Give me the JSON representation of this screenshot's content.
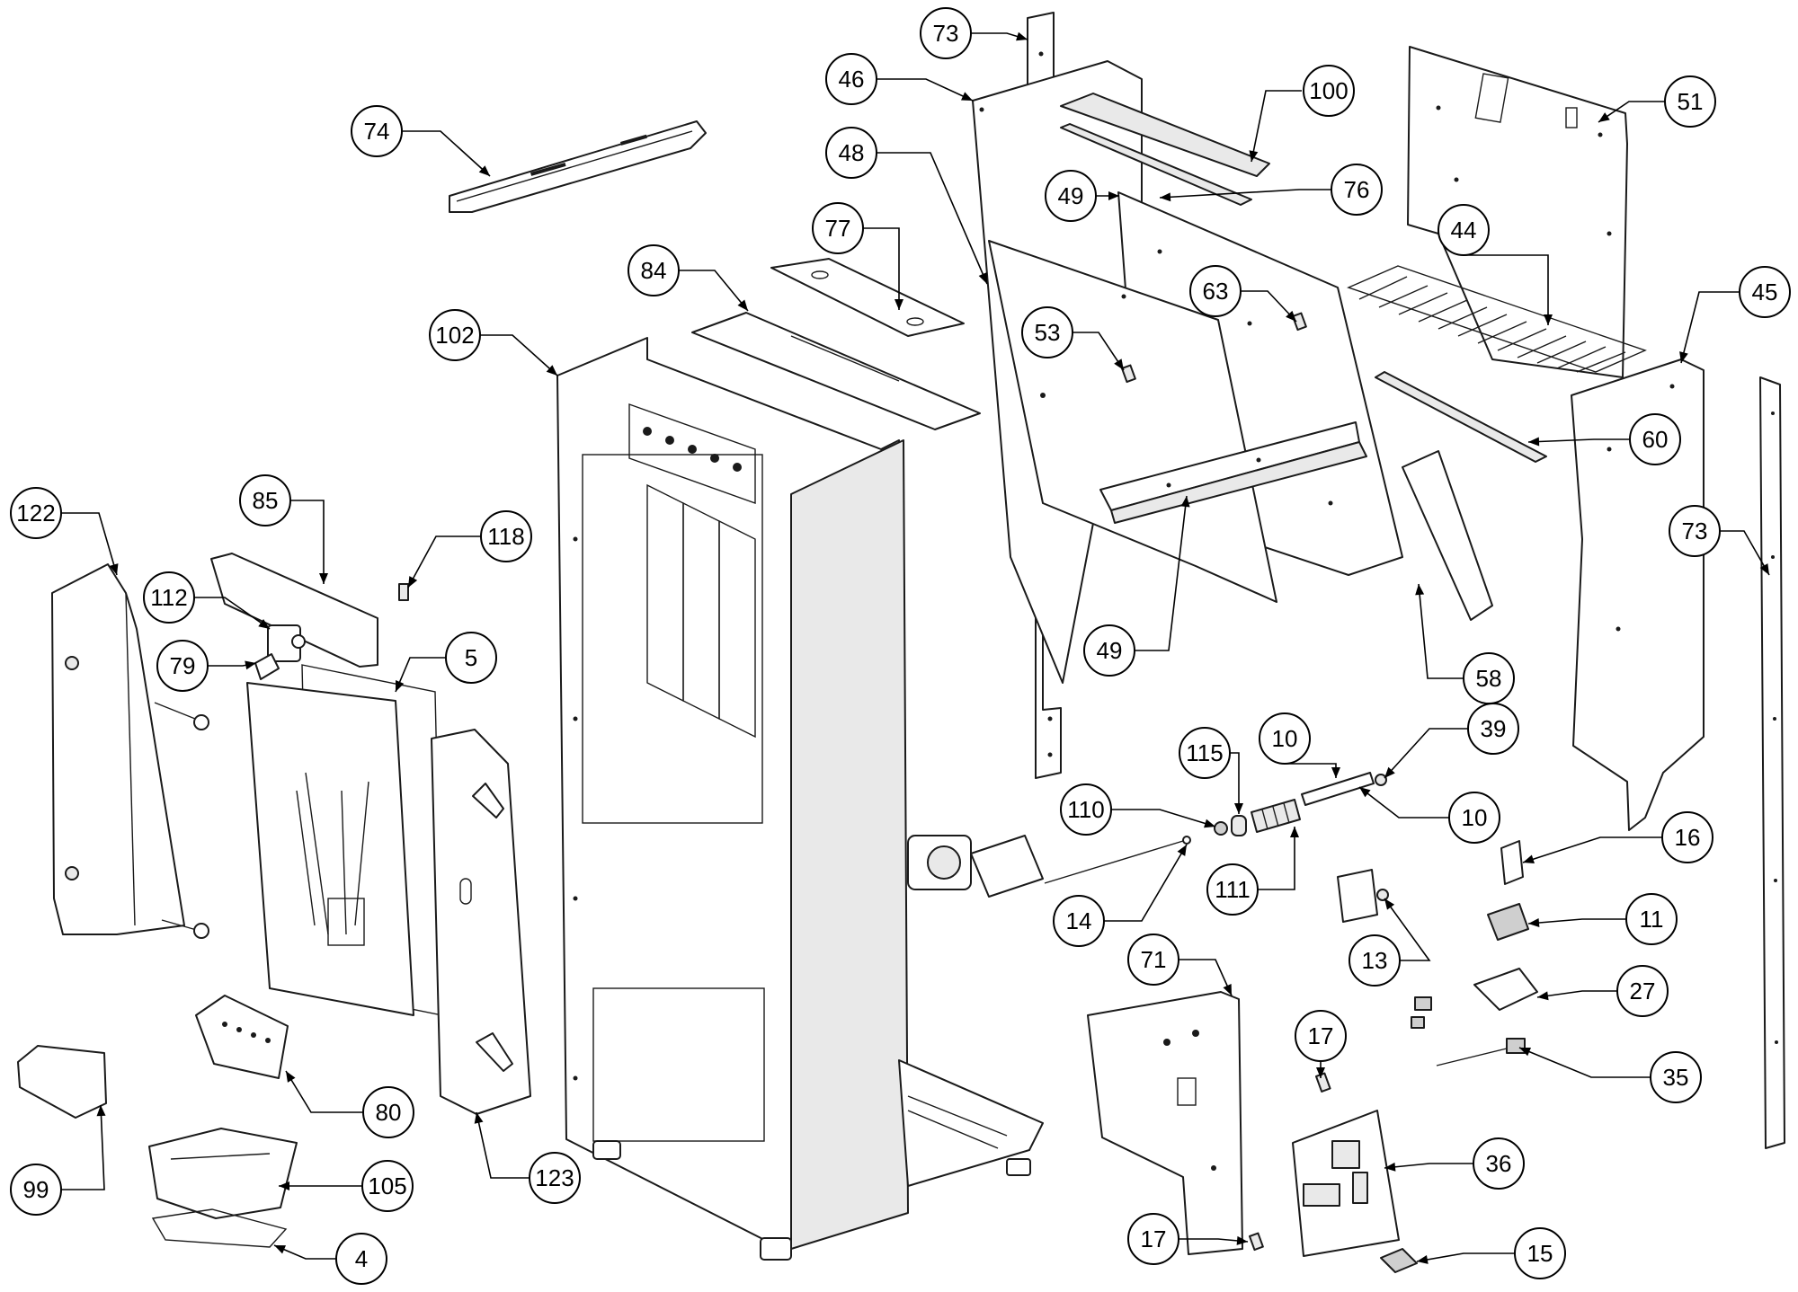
{
  "callouts": [
    {
      "id": "c73a",
      "label": "73"
    },
    {
      "id": "c46",
      "label": "46"
    },
    {
      "id": "c100",
      "label": "100"
    },
    {
      "id": "c51",
      "label": "51"
    },
    {
      "id": "c74",
      "label": "74"
    },
    {
      "id": "c48",
      "label": "48"
    },
    {
      "id": "c49a",
      "label": "49"
    },
    {
      "id": "c76",
      "label": "76"
    },
    {
      "id": "c77",
      "label": "77"
    },
    {
      "id": "c44",
      "label": "44"
    },
    {
      "id": "c84",
      "label": "84"
    },
    {
      "id": "c63",
      "label": "63"
    },
    {
      "id": "c45",
      "label": "45"
    },
    {
      "id": "c102",
      "label": "102"
    },
    {
      "id": "c53",
      "label": "53"
    },
    {
      "id": "c60",
      "label": "60"
    },
    {
      "id": "c122",
      "label": "122"
    },
    {
      "id": "c85",
      "label": "85"
    },
    {
      "id": "c73b",
      "label": "73"
    },
    {
      "id": "c118",
      "label": "118"
    },
    {
      "id": "c112",
      "label": "112"
    },
    {
      "id": "c49b",
      "label": "49"
    },
    {
      "id": "c58",
      "label": "58"
    },
    {
      "id": "c79",
      "label": "79"
    },
    {
      "id": "c5",
      "label": "5"
    },
    {
      "id": "c10a",
      "label": "10"
    },
    {
      "id": "c39",
      "label": "39"
    },
    {
      "id": "c115",
      "label": "115"
    },
    {
      "id": "c110",
      "label": "110"
    },
    {
      "id": "c10b",
      "label": "10"
    },
    {
      "id": "c16",
      "label": "16"
    },
    {
      "id": "c111",
      "label": "111"
    },
    {
      "id": "c14",
      "label": "14"
    },
    {
      "id": "c11",
      "label": "11"
    },
    {
      "id": "c13",
      "label": "13"
    },
    {
      "id": "c71",
      "label": "71"
    },
    {
      "id": "c27",
      "label": "27"
    },
    {
      "id": "c17a",
      "label": "17"
    },
    {
      "id": "c80",
      "label": "80"
    },
    {
      "id": "c35",
      "label": "35"
    },
    {
      "id": "c99",
      "label": "99"
    },
    {
      "id": "c105",
      "label": "105"
    },
    {
      "id": "c123",
      "label": "123"
    },
    {
      "id": "c36",
      "label": "36"
    },
    {
      "id": "c4",
      "label": "4"
    },
    {
      "id": "c17b",
      "label": "17"
    },
    {
      "id": "c15",
      "label": "15"
    }
  ]
}
